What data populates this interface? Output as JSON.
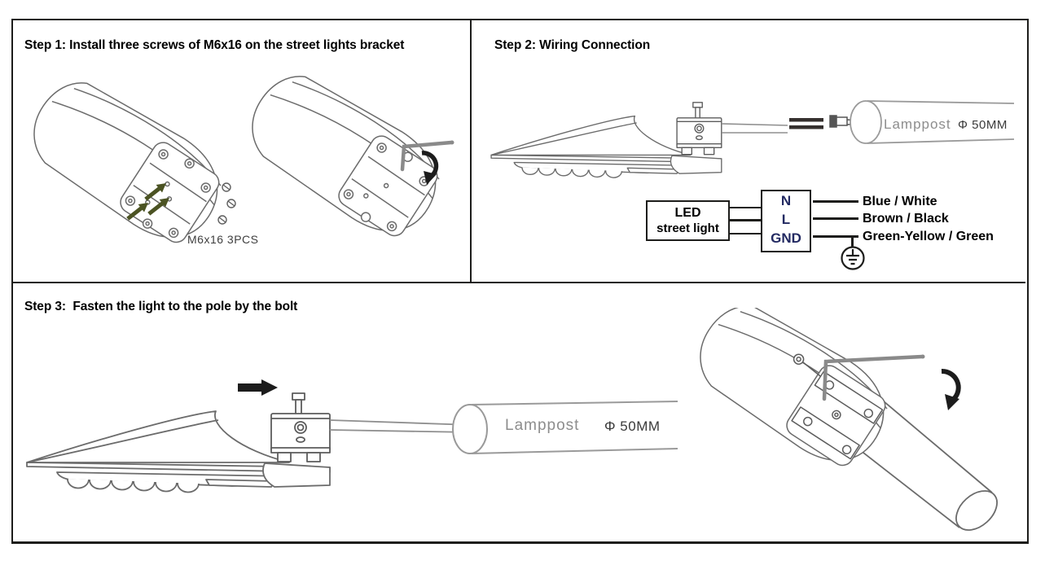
{
  "step1": {
    "title": "Step 1: Install three screws of M6x16 on the street lights bracket",
    "screws_label": "M6x16  3PCS"
  },
  "step2": {
    "title": "Step 2: Wiring Connection",
    "lamppost": {
      "name": "Lamppost",
      "diameter": "Φ 50MM"
    },
    "wiring": {
      "device": {
        "line1": "LED",
        "line2": "street light"
      },
      "terminals": [
        "N",
        "L",
        "GND"
      ],
      "wires": [
        "Blue / White",
        "Brown / Black",
        "Green-Yellow / Green"
      ]
    }
  },
  "step3": {
    "title": "Step 3:  Fasten the light to the pole by the bolt",
    "lamppost": {
      "name": "Lamppost",
      "diameter": "Φ 50MM"
    }
  },
  "colors": {
    "panel_border": "#1d1d1b",
    "line_art_gray": "#6b6b6b",
    "lamppost_tube_gray": "#9a9a9a",
    "terminal_text_navy": "#232a62",
    "wire_label_black": "#000000",
    "lamppost_text_gray": "#8d8d8d",
    "screw_arrow_green": "#4b5323",
    "motion_arrow_black": "#1c1c1c"
  }
}
